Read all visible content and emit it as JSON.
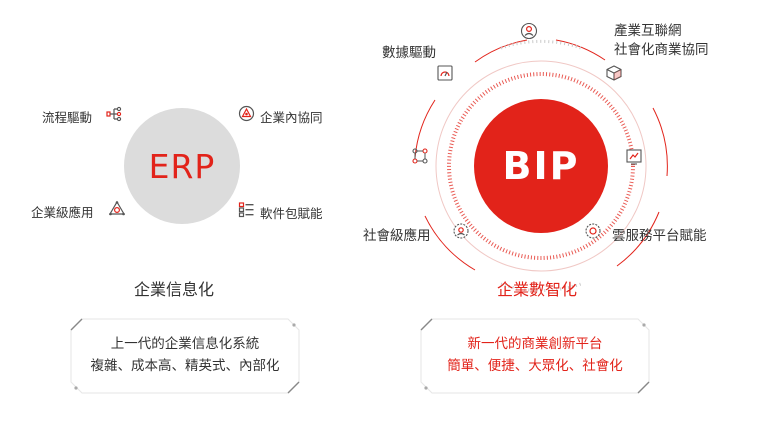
{
  "left": {
    "circle_label": "ERP",
    "items": {
      "top_left": "流程驅動",
      "top_right": "企業內協同",
      "bottom_left": "企業級應用",
      "bottom_right": "軟件包賦能"
    },
    "subtitle": "企業信息化",
    "box_lines": [
      "上一代的企業信息化系統",
      "複雜、成本高、精英式、內部化"
    ]
  },
  "right": {
    "circle_label": "BIP",
    "items": {
      "top_left": "數據驅動",
      "top_right_1": "產業互聯網",
      "top_right_2": "社會化商業協同",
      "bottom_left": "社會級應用",
      "bottom_right": "雲服務平台賦能"
    },
    "subtitle": "企業數智化",
    "box_lines": [
      "新一代的商業創新平台",
      "簡單、便捷、大眾化、社會化"
    ]
  },
  "colors": {
    "accent": "#e2231a",
    "gray_circle": "#dcdcdc",
    "text": "#333333"
  }
}
